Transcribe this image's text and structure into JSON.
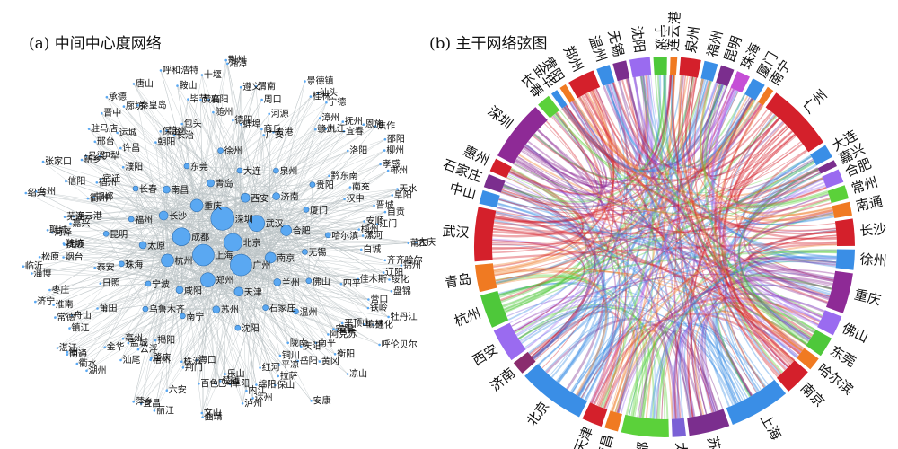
{
  "panel_a": {
    "title": "(a) 中间中心度网络",
    "node_color": "#5aa8f2",
    "edge_color": "#b9c2c4",
    "hubs": [
      {
        "name": "北京",
        "size": 10
      },
      {
        "name": "上海",
        "size": 12
      },
      {
        "name": "深圳",
        "size": 13
      },
      {
        "name": "广州",
        "size": 12
      },
      {
        "name": "成都",
        "size": 10
      },
      {
        "name": "武汉",
        "size": 9
      },
      {
        "name": "郑州",
        "size": 8
      },
      {
        "name": "重庆",
        "size": 7
      },
      {
        "name": "南京",
        "size": 6
      },
      {
        "name": "杭州",
        "size": 7
      },
      {
        "name": "西安",
        "size": 5
      },
      {
        "name": "天津",
        "size": 5
      },
      {
        "name": "长沙",
        "size": 5
      },
      {
        "name": "合肥",
        "size": 6
      },
      {
        "name": "咸阳",
        "size": 4
      },
      {
        "name": "青岛",
        "size": 4
      },
      {
        "name": "兰州",
        "size": 4
      },
      {
        "name": "太原",
        "size": 4
      },
      {
        "name": "济南",
        "size": 4
      },
      {
        "name": "苏州",
        "size": 4
      },
      {
        "name": "南昌",
        "size": 4
      },
      {
        "name": "无锡",
        "size": 3
      },
      {
        "name": "宁波",
        "size": 3
      },
      {
        "name": "大连",
        "size": 3
      },
      {
        "name": "石家庄",
        "size": 3
      },
      {
        "name": "福州",
        "size": 3
      },
      {
        "name": "厦门",
        "size": 3
      },
      {
        "name": "南宁",
        "size": 3
      },
      {
        "name": "东莞",
        "size": 3
      },
      {
        "name": "佛山",
        "size": 3
      },
      {
        "name": "珠海",
        "size": 3
      },
      {
        "name": "泉州",
        "size": 3
      },
      {
        "name": "沈阳",
        "size": 3
      },
      {
        "name": "长春",
        "size": 3
      },
      {
        "name": "哈尔滨",
        "size": 3
      },
      {
        "name": "乌鲁木齐",
        "size": 3
      },
      {
        "name": "徐州",
        "size": 3
      },
      {
        "name": "温州",
        "size": 3
      },
      {
        "name": "昆明",
        "size": 3
      },
      {
        "name": "贵阳",
        "size": 3
      }
    ],
    "peripheral": [
      "大庆",
      "白城",
      "齐齐哈尔",
      "锦州",
      "辽阳",
      "绥化",
      "佳木斯",
      "盘锦",
      "四平",
      "营口",
      "牡丹江",
      "铁岭",
      "通化",
      "榆林",
      "呼伦贝尔",
      "平顶山",
      "宜宾",
      "安阳",
      "阿克苏",
      "衡阳",
      "凉山",
      "南平",
      "黄冈",
      "庆阳",
      "陇南",
      "岳阳",
      "安康",
      "铜川",
      "平凉",
      "拉萨",
      "保山",
      "红河",
      "绵阳",
      "达州",
      "内江",
      "泸州",
      "阜阳",
      "乐山",
      "楚雄",
      "巴中",
      "曲靖",
      "文山",
      "百色",
      "海口",
      "荆门",
      "株洲",
      "六安",
      "丽江",
      "宜昌",
      "萍乡",
      "梧州",
      "肇庆",
      "揭阳",
      "云浮",
      "汕尾",
      "盐城",
      "亳州",
      "湖州",
      "金华",
      "衢水",
      "南通",
      "阳江",
      "湛江",
      "镇江",
      "莆田",
      "舟山",
      "常德",
      "淮南",
      "日照",
      "济宁",
      "枣庄",
      "泰安",
      "淄博",
      "临沂",
      "烟台",
      "松原",
      "抚顺",
      "潍坊",
      "菏泽",
      "聊城",
      "嘉兴",
      "芜湖",
      "连云港",
      "绍兴",
      "台州",
      "衢州",
      "邯郸",
      "信阳",
      "张家口",
      "宿州",
      "宿迁",
      "新乡",
      "吕梁",
      "伊犁",
      "濮阳",
      "邢台",
      "驻马店",
      "许昌",
      "运城",
      "晋中",
      "承德",
      "廊坊",
      "朝阳",
      "秦皇岛",
      "唐山",
      "保定",
      "沧州",
      "长治",
      "呼和浩特",
      "包头",
      "鞍山",
      "毕节",
      "黄石",
      "十堰",
      "襄阳",
      "随州",
      "荆州",
      "湘潭",
      "德阳",
      "遵义",
      "蚌埠",
      "渭南",
      "周口",
      "商丘",
      "河源",
      "广安",
      "贵港",
      "景德镇",
      "桂林",
      "汕头",
      "宁德",
      "漳州",
      "赣州",
      "九江",
      "抚州",
      "宜春",
      "恩施",
      "焦作",
      "洛阳",
      "邵阳",
      "黔东南",
      "柳州",
      "孝感",
      "郴州",
      "南充",
      "汉中",
      "天水",
      "阜阳",
      "晋城",
      "自贡",
      "安顺",
      "江门",
      "梅州",
      "漯河",
      "莆田"
    ]
  },
  "panel_b": {
    "title": "(b) 主干网络弦图",
    "nodes": [
      {
        "name": "上海",
        "color": "#3a8ee6",
        "weight": 9
      },
      {
        "name": "苏州",
        "color": "#7b2e8e",
        "weight": 6
      },
      {
        "name": "太原",
        "color": "#7b61d6",
        "weight": 2
      },
      {
        "name": "成都",
        "color": "#5bd13a",
        "weight": 7
      },
      {
        "name": "南昌",
        "color": "#f07a22",
        "weight": 2
      },
      {
        "name": "天津",
        "color": "#d4202b",
        "weight": 3
      },
      {
        "name": "北京",
        "color": "#3a8ee6",
        "weight": 10
      },
      {
        "name": "济南",
        "color": "#8a2c6e",
        "weight": 2
      },
      {
        "name": "西安",
        "color": "#9a6bf0",
        "weight": 5
      },
      {
        "name": "杭州",
        "color": "#4ec83a",
        "weight": 5
      },
      {
        "name": "青岛",
        "color": "#f07a22",
        "weight": 4
      },
      {
        "name": "武汉",
        "color": "#d4202b",
        "weight": 8
      },
      {
        "name": "中山",
        "color": "#3a8ee6",
        "weight": 2
      },
      {
        "name": "石家庄",
        "color": "#7b2e8e",
        "weight": 2
      },
      {
        "name": "惠州",
        "color": "#d4202b",
        "weight": 2
      },
      {
        "name": "深圳",
        "color": "#8e2a96",
        "weight": 9
      },
      {
        "name": "长春",
        "color": "#5bd13a",
        "weight": 2
      },
      {
        "name": "金华",
        "color": "#3a8ee6",
        "weight": 1
      },
      {
        "name": "贵阳",
        "color": "#f07a22",
        "weight": 1
      },
      {
        "name": "郑州",
        "color": "#d4202b",
        "weight": 4
      },
      {
        "name": "温州",
        "color": "#3a8ee6",
        "weight": 2
      },
      {
        "name": "无锡",
        "color": "#7b2e8e",
        "weight": 2
      },
      {
        "name": "沈阳",
        "color": "#9a6bf0",
        "weight": 3
      },
      {
        "name": "宁波",
        "color": "#4ec83a",
        "weight": 2
      },
      {
        "name": "连云港",
        "color": "#f07a22",
        "weight": 1
      },
      {
        "name": "泉州",
        "color": "#d4202b",
        "weight": 3
      },
      {
        "name": "福州",
        "color": "#3a8ee6",
        "weight": 2
      },
      {
        "name": "昆明",
        "color": "#7b2e8e",
        "weight": 2
      },
      {
        "name": "珠海",
        "color": "#c54fd6",
        "weight": 2
      },
      {
        "name": "厦门",
        "color": "#3a8ee6",
        "weight": 2
      },
      {
        "name": "南宁",
        "color": "#f07a22",
        "weight": 1
      },
      {
        "name": "广州",
        "color": "#d4202b",
        "weight": 10
      },
      {
        "name": "大连",
        "color": "#3a8ee6",
        "weight": 2
      },
      {
        "name": "嘉兴",
        "color": "#7b2e8e",
        "weight": 1
      },
      {
        "name": "合肥",
        "color": "#9a6bf0",
        "weight": 2
      },
      {
        "name": "常州",
        "color": "#5bd13a",
        "weight": 2
      },
      {
        "name": "南通",
        "color": "#f07a22",
        "weight": 2
      },
      {
        "name": "长沙",
        "color": "#d4202b",
        "weight": 4
      },
      {
        "name": "徐州",
        "color": "#3a8ee6",
        "weight": 3
      },
      {
        "name": "重庆",
        "color": "#8e2a96",
        "weight": 6
      },
      {
        "name": "佛山",
        "color": "#9a6bf0",
        "weight": 3
      },
      {
        "name": "东莞",
        "color": "#4ec83a",
        "weight": 3
      },
      {
        "name": "哈尔滨",
        "color": "#f07a22",
        "weight": 2
      },
      {
        "name": "南京",
        "color": "#d4202b",
        "weight": 4
      }
    ]
  }
}
